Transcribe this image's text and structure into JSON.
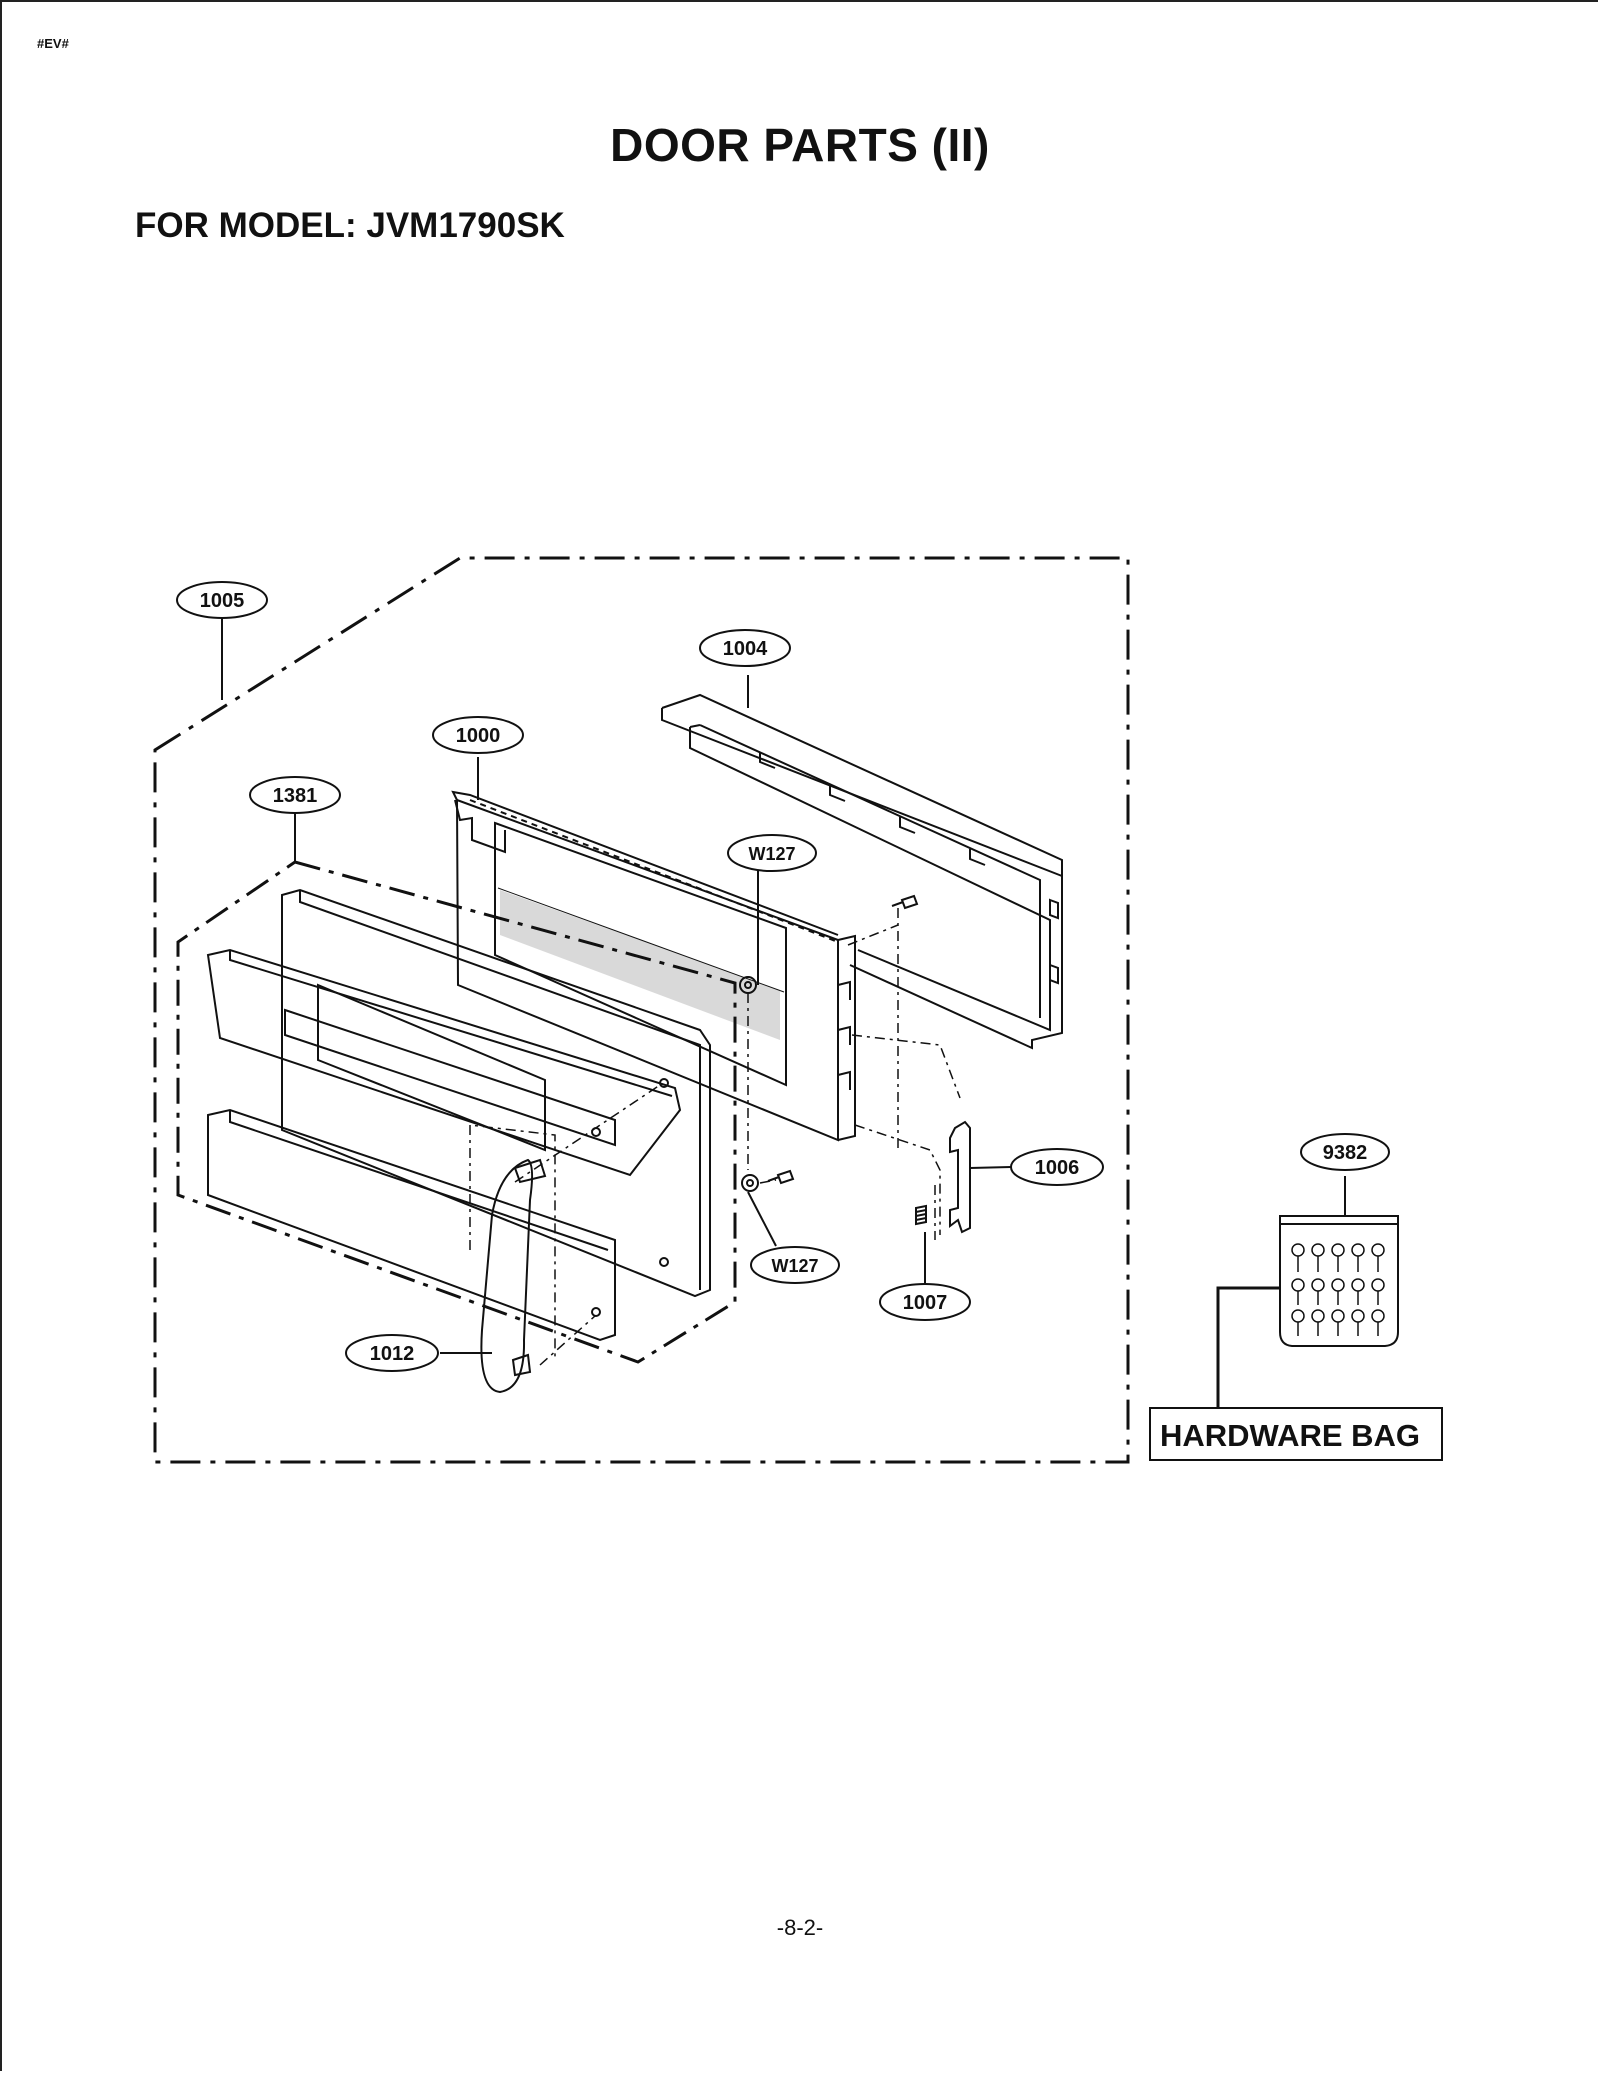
{
  "header": {
    "code": "#EV#",
    "title": "DOOR PARTS (II)",
    "subtitle": "FOR MODEL: JVM1790SK"
  },
  "callouts": {
    "assembly_1005": "1005",
    "door_frame_1004": "1004",
    "door_inner_1000": "1000",
    "choke_cover_1381": "1381",
    "screw_top_w127": "W127",
    "screw_bottom_w127": "W127",
    "latch_1006": "1006",
    "spring_1007": "1007",
    "handle_1012": "1012",
    "hardware_9382": "9382"
  },
  "hardware_bag_label": "HARDWARE BAG",
  "footer": {
    "page_number": "-8-2-"
  },
  "colors": {
    "line": "#111111",
    "window_glass": "#d9d9d9"
  }
}
